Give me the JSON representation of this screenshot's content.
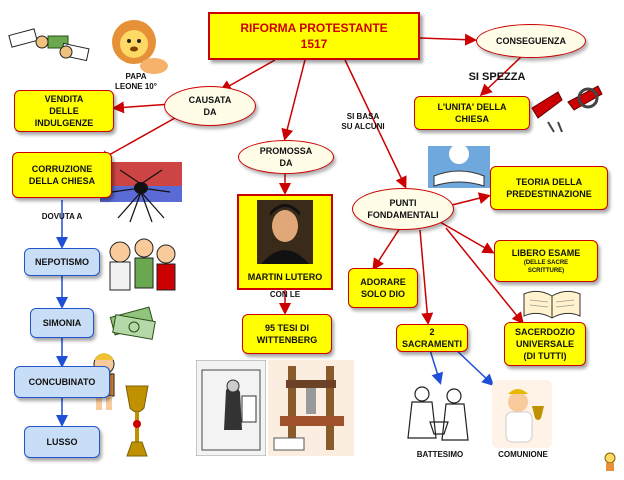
{
  "title": {
    "line1": "RIFORMA       PROTESTANTE",
    "line2": "1517"
  },
  "labels": {
    "papa": "PAPA\nLEONE  10°",
    "si_spezza": "SI   SPEZZA",
    "si_basa": "SI   BASA\nSU   ALCUNI",
    "dovuta_a": "DOVUTA    A",
    "con_le": "CON     LE",
    "battesimo": "BATTESIMO",
    "comunione": "COMUNIONE"
  },
  "nodes": {
    "causata_da": "CAUSATA\nDA",
    "conseguenza": "CONSEGUENZA",
    "vendita": "VENDITA\nDELLE\nINDULGENZE",
    "unita": "L'UNITA'     DELLA\nCHIESA",
    "promossa_da": "PROMOSSA\nDA",
    "corruzione": "CORRUZIONE\nDELLA    CHIESA",
    "martin": "MARTIN     LUTERO",
    "punti": "PUNTI\nFONDAMENTALI",
    "teoria": "TEORIA      DELLA\nPREDESTINAZIONE",
    "nepotismo": "NEPOTISMO",
    "libero_esame": "LIBERO      ESAME",
    "libero_esame_sub": "(DELLE      SACRE\nSCRITTURE)",
    "adorare": "ADORARE\nSOLO    DIO",
    "simonia": "SIMONIA",
    "tesi": "95    TESI    DI\nWITTENBERG",
    "sacramenti": "2\nSACRAMENTI",
    "sacerdozio": "SACERDOZIO\nUNIVERSALE\n(DI     TUTTI)",
    "concubinato": "CONCUBINATO",
    "lusso": "LUSSO"
  },
  "colors": {
    "yellow": "#ffff00",
    "red_arrow": "#cc0000",
    "blue_arrow": "#1f4fd6",
    "blue_box": "#c8ddf6"
  }
}
